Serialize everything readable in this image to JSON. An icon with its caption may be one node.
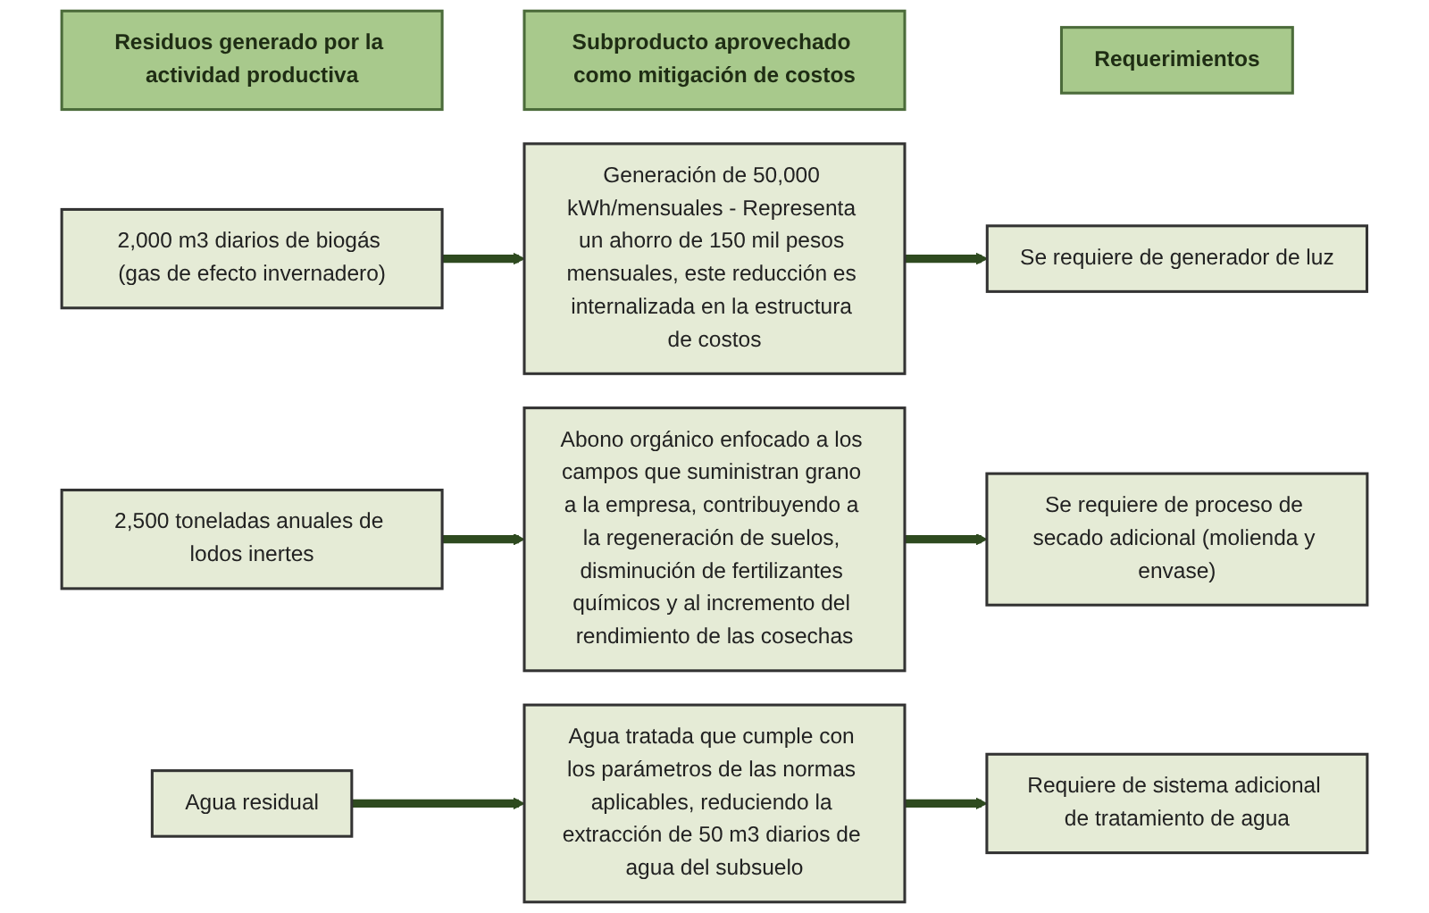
{
  "diagram": {
    "nodes": [
      {
        "text": [
          "Residuos generado por la actividad productiva"
        ]
      },
      {
        "text": [
          "Subproducto aprovechado como mitigación de costos"
        ]
      },
      {
        "text": [
          "Requerimientos"
        ]
      },
      {
        "text": [
          "2,000 m3 diarios de biogás (gas de efecto invernadero)"
        ]
      },
      {
        "text": [
          "Generación de 50,000 kWh/mensuales - Representa un ahorro de 150 mil pesos mensuales, este reducción es internalizada en la estructura de costos"
        ]
      },
      {
        "text": [
          "Se requiere de generador de luz"
        ]
      },
      {
        "text": [
          "2,500 toneladas anuales de lodos inertes"
        ]
      },
      {
        "text": [
          "Abono orgánico enfocado a los campos que suministran grano a la empresa, contribuyendo a la regeneración de suelos, disminución de fertilizantes químicos y al incremento del rendimiento de las cosechas"
        ]
      },
      {
        "text": [
          "Se requiere de proceso de secado adicional (molienda y envase)"
        ]
      },
      {
        "text": [
          "Agua residual"
        ]
      },
      {
        "text": [
          "Agua tratada que cumple con los parámetros de las normas aplicables, reduciendo la extracción de 50 m3 diarios de agua del subsuelo"
        ]
      },
      {
        "text": [
          "Requiere de sistema adicional de tratamiento de agua"
        ]
      }
    ],
    "edges": [
      {
        "from": 3,
        "to": 4,
        "arrow": "to"
      },
      {
        "from": 4,
        "to": 5,
        "arrow": "to"
      },
      {
        "from": 6,
        "to": 7,
        "arrow": "to"
      },
      {
        "from": 7,
        "to": 8,
        "arrow": "to"
      },
      {
        "from": 9,
        "to": 10,
        "arrow": "to"
      },
      {
        "from": 10,
        "to": 11,
        "arrow": "to"
      }
    ]
  }
}
